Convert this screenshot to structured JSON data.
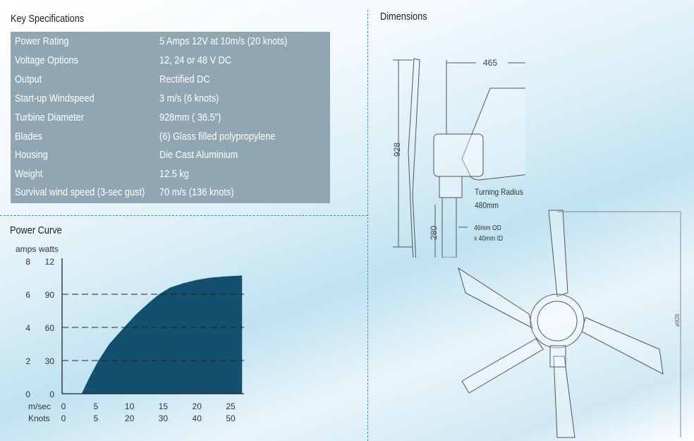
{
  "key_specs": {
    "title": "Key Specifications",
    "rows": [
      {
        "label": "Power Rating",
        "value": "5 Amps 12V at 10m/s (20 knots)"
      },
      {
        "label": "Voltage Options",
        "value": "12, 24 or 48 V DC"
      },
      {
        "label": "Output",
        "value": "Rectified DC"
      },
      {
        "label": "Start-up Windspeed",
        "value": "3 m/s (6 knots)"
      },
      {
        "label": "Turbine Diameter",
        "value": "928mm ( 36.5\")"
      },
      {
        "label": "Blades",
        "value": "(6) Glass filled polypropylene"
      },
      {
        "label": "Housing",
        "value": "Die Cast Aluminium"
      },
      {
        "label": "Weight",
        "value": "12.5 kg"
      },
      {
        "label": "Survival wind speed (3-sec gust)",
        "value": "70 m/s (136 knots)"
      }
    ]
  },
  "dimensions": {
    "title": "Dimensions",
    "width_465": "465",
    "height_928": "928",
    "mast_280": "280",
    "turning_radius_1": "Turning Radius",
    "turning_radius_2": "480mm",
    "tube_1": "46mm OD",
    "tube_2": "x 40mm ID",
    "diameter": "ø928"
  },
  "chart_data": {
    "type": "area",
    "title": "Power Curve",
    "ylabel_left": "amps",
    "ylabel_right": "watts",
    "amps_ticks": [
      "0",
      "2",
      "4",
      "6",
      "8"
    ],
    "watts_ticks": [
      "0",
      "30",
      "60",
      "90",
      "12"
    ],
    "x_ticks_ms": [
      "0",
      "5",
      "10",
      "15",
      "20",
      "25"
    ],
    "x_ticks_knots": [
      "0",
      "5",
      "20",
      "30",
      "40",
      "50"
    ],
    "x_label_ms": "m/sec",
    "x_label_knots": "Knots",
    "xlim": [
      0,
      27
    ],
    "ylim": [
      0,
      120
    ],
    "gridlines_watts": [
      30,
      60,
      90
    ],
    "color": "#13506f",
    "series": [
      {
        "name": "power (watts)",
        "x": [
          2.9,
          4,
          5.4,
          7,
          9.2,
          11,
          13,
          14.4,
          16,
          18,
          20,
          22,
          24,
          26.7
        ],
        "y": [
          0,
          14,
          30,
          45,
          60,
          72,
          83,
          90,
          96,
          100,
          103,
          105,
          106,
          107
        ]
      }
    ]
  }
}
